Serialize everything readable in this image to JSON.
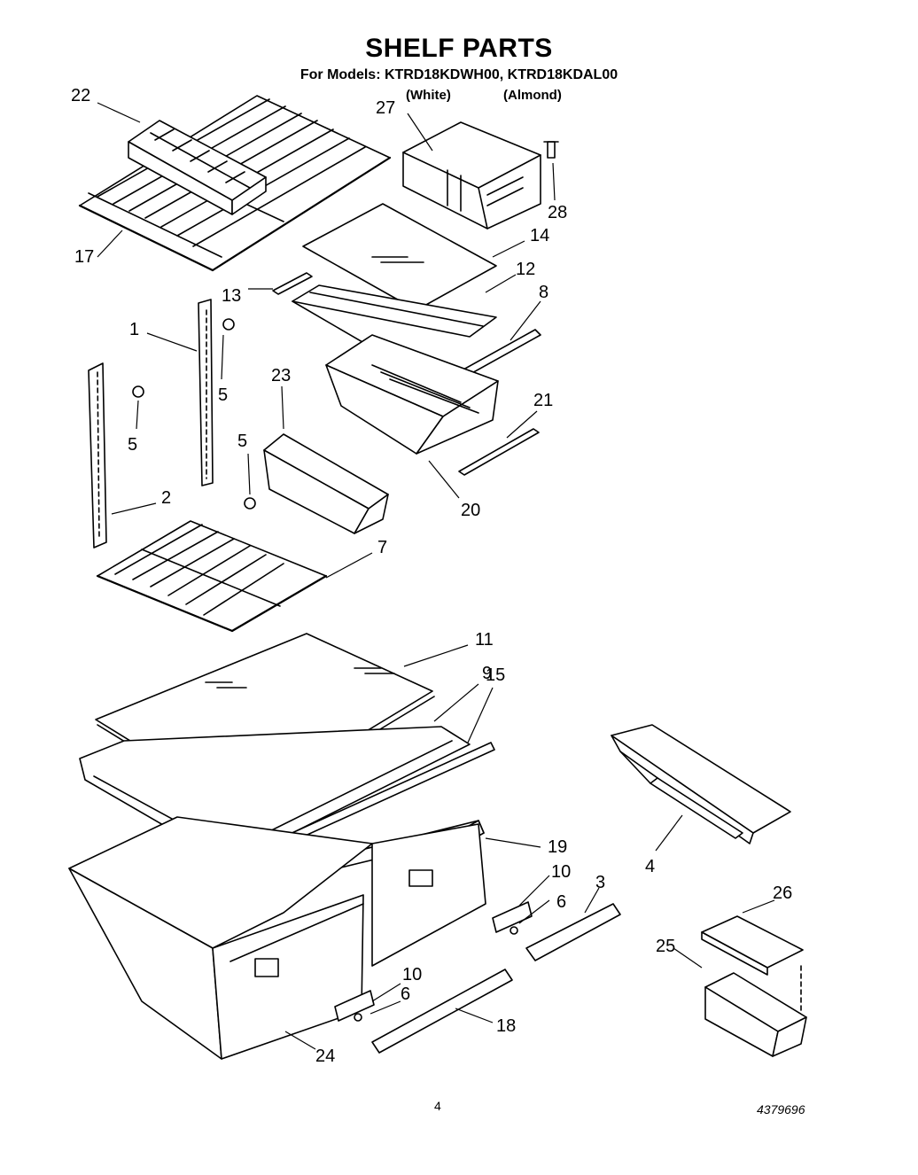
{
  "header": {
    "title": "SHELF PARTS",
    "models": "For Models: KTRD18KDWH00, KTRD18KDAL00",
    "variant_1": "(White)",
    "variant_2": "(Almond)"
  },
  "callouts": {
    "p1": "1",
    "p2": "2",
    "p3": "3",
    "p4": "4",
    "p5a": "5",
    "p5b": "5",
    "p5c": "5",
    "p6a": "6",
    "p6b": "6",
    "p7": "7",
    "p8": "8",
    "p9": "9",
    "p10a": "10",
    "p10b": "10",
    "p11": "11",
    "p12": "12",
    "p13": "13",
    "p14": "14",
    "p15": "15",
    "p17": "17",
    "p18": "18",
    "p19": "19",
    "p20": "20",
    "p21": "21",
    "p22": "22",
    "p23": "23",
    "p24": "24",
    "p25": "25",
    "p26": "26",
    "p27": "27",
    "p28": "28"
  },
  "footer": {
    "page_number": "4",
    "document_number": "4379696"
  }
}
